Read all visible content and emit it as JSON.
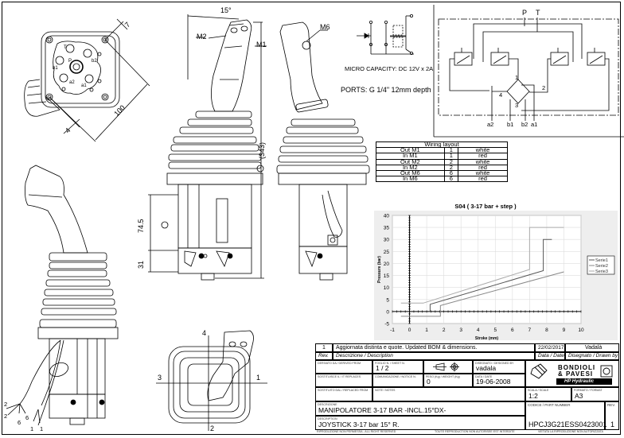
{
  "drawing": {
    "bottom_view": {
      "port_labels": [
        "T",
        "P",
        "b1",
        "b2",
        "a1",
        "a2"
      ],
      "dim_hole_offset": "7",
      "dim_mounting": "100",
      "dim_edge": "4"
    },
    "side_view": {
      "angle": "15°",
      "microswitch_labels": [
        "M2",
        "M1"
      ],
      "height_total": "(343)",
      "height_body": "74.5",
      "height_base": "31",
      "note_marker": "①"
    },
    "rear_view": {
      "microswitch_label": "M6"
    },
    "top_view": {
      "axis_labels": [
        "4",
        "1",
        "2",
        "3"
      ]
    },
    "cable_labels": [
      "2",
      "2",
      "6",
      "6",
      "1",
      "1"
    ]
  },
  "electrical": {
    "micro_capacity": "MICRO CAPACITY: DC 12V x 2A",
    "ports": "PORTS: G 1/4\" 12mm depth"
  },
  "hydraulic": {
    "top_ports": [
      "P",
      "T"
    ],
    "bottom_ports": [
      "a2",
      "b1",
      "b2",
      "a1"
    ],
    "node_labels": [
      "1",
      "2",
      "3",
      "4"
    ]
  },
  "wiring": {
    "title": "Wiring layout",
    "rows": [
      {
        "signal": "Out M1",
        "pin": "1",
        "color": "white"
      },
      {
        "signal": "In M1",
        "pin": "1",
        "color": "red"
      },
      {
        "signal": "Out M2",
        "pin": "2",
        "color": "white"
      },
      {
        "signal": "In M2",
        "pin": "2",
        "color": "red"
      },
      {
        "signal": "Out M6",
        "pin": "6",
        "color": "white"
      },
      {
        "signal": "In M6",
        "pin": "6",
        "color": "red"
      }
    ]
  },
  "chart_data": {
    "type": "line",
    "title": "S04 ( 3-17 bar + step )",
    "xlabel": "Stroke (mm)",
    "ylabel": "Pressure (bar)",
    "xlim": [
      -1,
      10
    ],
    "ylim": [
      -5,
      40
    ],
    "xticks": [
      "-1",
      "0",
      "1",
      "2",
      "3",
      "4",
      "5",
      "6",
      "7",
      "8",
      "9",
      "10"
    ],
    "yticks": [
      "-5",
      "0",
      "5",
      "10",
      "15",
      "20",
      "25",
      "30",
      "35",
      "40"
    ],
    "grid": true,
    "legend": "right",
    "series": [
      {
        "name": "Serie1",
        "color": "#555555",
        "x": [
          1.2,
          1.2,
          7.8,
          7.8,
          8.3
        ],
        "y": [
          0,
          3,
          17,
          30,
          30
        ]
      },
      {
        "name": "Serie2",
        "color": "#888888",
        "x": [
          -0.5,
          1.8,
          1.8,
          9.0
        ],
        "y": [
          -2,
          -2,
          2.5,
          16.5
        ]
      },
      {
        "name": "Serie3",
        "color": "#aaaaaa",
        "x": [
          -0.5,
          0.8,
          7.0,
          7.0,
          9.0
        ],
        "y": [
          3.5,
          3.5,
          17.5,
          35,
          35
        ]
      }
    ]
  },
  "title_block": {
    "revision_row": {
      "rev": "1",
      "description": "Aggiornata distinta e quote. Updated BOM & dimensions.",
      "date": "22/02/2017",
      "drawn_by": "Vadalà"
    },
    "header_row": {
      "rev": "Rev.",
      "description": "Descrizione / Description",
      "date": "Data / Date",
      "drawn_by": "Disegnato / Drawn by"
    },
    "derived_from_cap": "DERIVATO DA / DERIVED FROM",
    "sheet_cap": "FOGLIO N. / SHEET N.",
    "sheet": "1 / 2",
    "designed_by_cap": "DISEGNATO / DESIGNED BY",
    "designed_by": "vadala",
    "replaces_cap": "SOSTITUISCE IL / IT REPLACES",
    "notice_cap": "COMUNICAZIONE / NOTICE N.",
    "weight_cap": "PESO (Kg) / WEIGHT (Kg)",
    "weight": "0",
    "date_cap": "DATA / DATE",
    "date": "19-06-2008",
    "replaced_from_cap": "SOSTITUITO DAL / REPLACED FROM",
    "notes_cap": "NOTE / NOTES",
    "scale_cap": "SCALA / SCALE",
    "scale": "1:2",
    "format_cap": "FORMATO / FORMAT",
    "format": "A3",
    "description_it_cap": "DESCRIZIONE",
    "description_it": "MANIPOLATORE 3-17 BAR -INCL.15°DX-",
    "description_en_cap": "DESCRIPTION",
    "description_en": "JOYSTICK 3-17 bar 15° R.",
    "part_number_cap": "CODICE / PART NUMBER",
    "part_number": "HPCJ3G21ESS0423001",
    "rev_cap": "REV.",
    "rev": "1",
    "company": {
      "line1": "BONDIOLI",
      "line2": "& PAVESI",
      "line3": "HP Hydraulic"
    },
    "footer": [
      "RIPRODUZIONE NON PERMESSA - ALL RIGHT RESERVED",
      "TOUTE REPRODUCTION NON AUTORISEE EST INTERDITE",
      "VIETATA LA RIPRODUZIONE NON AUTORIZZATA"
    ]
  }
}
